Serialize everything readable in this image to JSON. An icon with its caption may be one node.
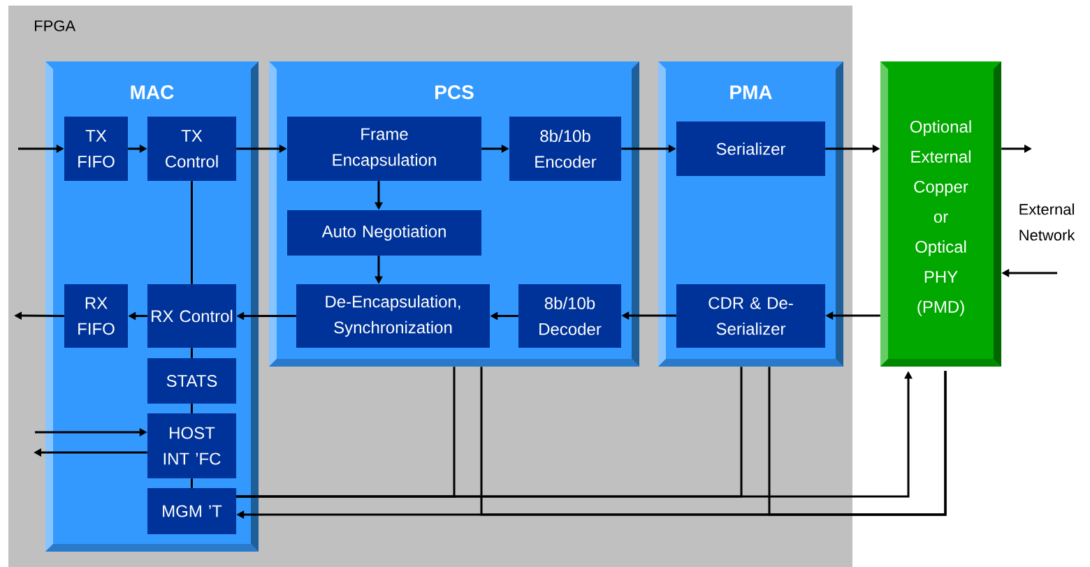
{
  "diagram": {
    "nodes": [
      {
        "text": [
          "FPGA"
        ]
      },
      {
        "text": [
          "MAC"
        ],
        "in": 0
      },
      {
        "text": [
          "PCS"
        ],
        "in": 0
      },
      {
        "text": [
          "PMA"
        ],
        "in": 0
      },
      {
        "text": [
          "Optional External Copper or Optical PHY (PMD)"
        ]
      },
      {
        "text": [
          "TX FIFO"
        ],
        "in": 1
      },
      {
        "text": [
          "TX Control"
        ],
        "in": 1
      },
      {
        "text": [
          "RX FIFO"
        ],
        "in": 1
      },
      {
        "text": [
          "RX Control"
        ],
        "in": 1
      },
      {
        "text": [
          "STATS"
        ],
        "in": 1
      },
      {
        "text": [
          "HOST INT ’FC"
        ],
        "in": 1
      },
      {
        "text": [
          "MGM ’T"
        ],
        "in": 1
      },
      {
        "text": [
          "Frame Encapsulation"
        ],
        "in": 2
      },
      {
        "text": [
          "8b/10b Encoder"
        ],
        "in": 2
      },
      {
        "text": [
          "Auto Negotiation"
        ],
        "in": 2
      },
      {
        "text": [
          "De-Encapsulation, Synchronization"
        ],
        "in": 2
      },
      {
        "text": [
          "8b/10b Decoder"
        ],
        "in": 2
      },
      {
        "text": [
          "Serializer"
        ],
        "in": 3
      },
      {
        "text": [
          "CDR & De-Serializer"
        ],
        "in": 3
      }
    ],
    "edges": [
      {
        "from": null,
        "to": 5,
        "arrow": "to"
      },
      {
        "from": 5,
        "to": 6,
        "arrow": "to"
      },
      {
        "from": 6,
        "to": 12,
        "arrow": "to"
      },
      {
        "from": 12,
        "to": 13,
        "arrow": "to"
      },
      {
        "from": 13,
        "to": 17,
        "arrow": "to"
      },
      {
        "from": 17,
        "to": 4,
        "arrow": "to"
      },
      {
        "from": 4,
        "to": null,
        "arrow": "to"
      },
      {
        "from": null,
        "to": 4,
        "arrow": "to"
      },
      {
        "from": 4,
        "to": 18,
        "arrow": "to"
      },
      {
        "from": 18,
        "to": 16,
        "arrow": "to"
      },
      {
        "from": 16,
        "to": 15,
        "arrow": "to"
      },
      {
        "from": 15,
        "to": 8,
        "arrow": "to"
      },
      {
        "from": 8,
        "to": 7,
        "arrow": "to"
      },
      {
        "from": 7,
        "to": null,
        "arrow": "to"
      },
      {
        "from": 12,
        "to": 14,
        "arrow": "to"
      },
      {
        "from": 14,
        "to": 15,
        "arrow": "to"
      },
      {
        "from": 6,
        "to": 8,
        "arrow": "none"
      },
      {
        "from": 8,
        "to": 9,
        "arrow": "none"
      },
      {
        "from": 9,
        "to": 10,
        "arrow": "none"
      },
      {
        "from": 10,
        "to": 11,
        "arrow": "none"
      },
      {
        "from": null,
        "to": 10,
        "arrow": "to"
      },
      {
        "from": 10,
        "to": null,
        "arrow": "to"
      },
      {
        "from": 11,
        "to": 4,
        "arrow": "to"
      },
      {
        "from": 4,
        "to": 11,
        "arrow": "to"
      },
      {
        "from": 11,
        "to": 2,
        "arrow": "none"
      },
      {
        "from": 11,
        "to": 3,
        "arrow": "none"
      },
      {
        "from": 4,
        "to": 2,
        "arrow": "none"
      },
      {
        "from": 4,
        "to": 3,
        "arrow": "none"
      }
    ],
    "labels": [
      "External Network"
    ]
  }
}
